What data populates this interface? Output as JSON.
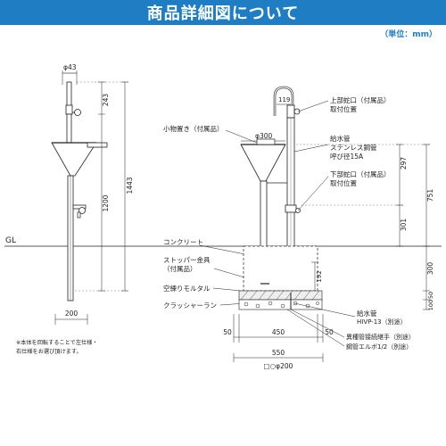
{
  "header": {
    "title": "商品詳細図について"
  },
  "unit_note": "（単位：mm）",
  "left_view": {
    "dims": {
      "phi43": "φ43",
      "d243": "243",
      "d1200": "1200",
      "d1443": "1443",
      "d200": "200"
    },
    "gl": "GL",
    "note_line1": "※本体を回転することで左仕様・",
    "note_line2": "右仕様をお選び頂けます。"
  },
  "right_view": {
    "dims": {
      "phi300": "φ300",
      "d119": "119",
      "d297": "297",
      "d751": "751",
      "d301": "301",
      "d300": "300",
      "d192": "192",
      "d50_right": "50",
      "d100": "100",
      "b50_left": "50",
      "b450": "450",
      "b50_right": "50",
      "b550": "550",
      "b200": "□○φ200"
    },
    "labels": {
      "tray": "小物置き（付属品）",
      "concrete": "コンクリート",
      "stopper_1": "ストッパー金具",
      "stopper_2": "（付属品）",
      "mortar": "空練りモルタル",
      "crusher": "クラッシャーラン",
      "upper_faucet_1": "上部蛇口（付属品）",
      "upper_faucet_2": "取付位置",
      "supply_1": "給水管",
      "supply_2": "ステンレス鋼管",
      "supply_3": "呼び径15A",
      "lower_faucet_1": "下部蛇口（付属品）",
      "lower_faucet_2": "取付位置",
      "hivp_1": "給水管",
      "hivp_2": "HIVP-13（別途）",
      "joint": "異種管接続継手（別途）",
      "elbow": "鋼管エルボ1/2（別途）"
    }
  }
}
